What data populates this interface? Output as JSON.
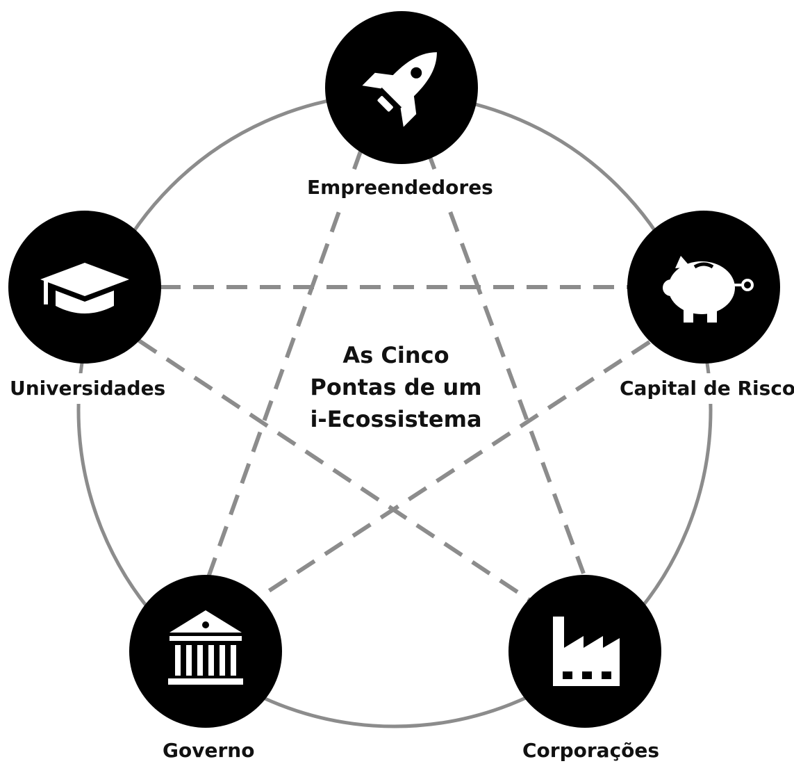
{
  "center_title": {
    "line1": "As Cinco",
    "line2": "Pontas de um",
    "line3": "i-Ecossistema"
  },
  "nodes": {
    "empreendedores": {
      "label": "Empreendedores",
      "icon": "rocket-icon"
    },
    "capital_de_risco": {
      "label": "Capital de Risco",
      "icon": "piggy-bank-icon"
    },
    "corporacoes": {
      "label": "Corporações",
      "icon": "factory-icon"
    },
    "governo": {
      "label": "Governo",
      "icon": "government-building-icon"
    },
    "universidades": {
      "label": "Universidades",
      "icon": "graduation-cap-icon"
    }
  },
  "colors": {
    "circle_outline": "#8c8c8c",
    "dashed_lines": "#8c8c8c",
    "node_fill": "#000000",
    "icon_fill": "#ffffff"
  }
}
